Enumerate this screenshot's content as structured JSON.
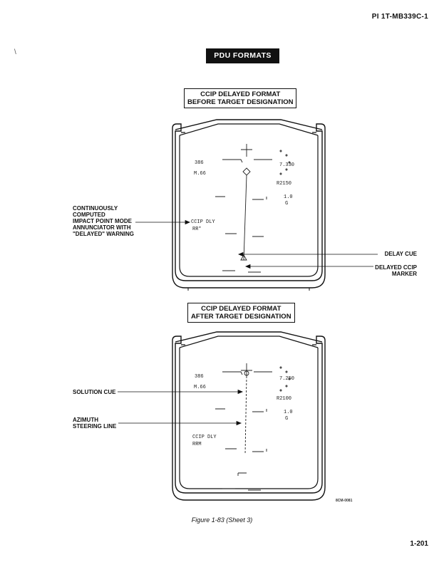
{
  "document_number": "PI 1T-MB339C-1",
  "header_title": "PDU FORMATS",
  "diagram1": {
    "title_line1": "CCIP DELAYED FORMAT",
    "title_line2": "BEFORE TARGET DESIGNATION",
    "callouts": {
      "mode_annunciator": [
        "CONTINUOUSLY",
        "COMPUTED",
        "IMPACT POINT MODE",
        "ANNUNCIATOR WITH",
        "\"DELAYED\" WARNING"
      ],
      "delay_cue": "DELAY CUE",
      "delayed_ccip_marker": [
        "DELAYED CCIP",
        "MARKER"
      ]
    },
    "display": {
      "airspeed": "386",
      "mach": "M.66",
      "range_distance": "7.330",
      "radar_altitude": "R2150",
      "g_value": "1.0",
      "g_label": "G",
      "mode": "CCIP  DLY",
      "weapon": "RR*"
    }
  },
  "diagram2": {
    "title_line1": "CCIP DELAYED FORMAT",
    "title_line2": "AFTER TARGET DESIGNATION",
    "callouts": {
      "solution_cue": "SOLUTION CUE",
      "azimuth_steering_line": [
        "AZIMUTH",
        "STEERING LINE"
      ]
    },
    "display": {
      "airspeed": "386",
      "mach": "M.66",
      "range_distance": "7.250",
      "radar_altitude": "R2100",
      "g_value": "1.0",
      "g_label": "G",
      "mode": "CCIP  DLY",
      "weapon": "RRM"
    }
  },
  "figure_code": "8CM-0081",
  "caption": "Figure 1-83 (Sheet 3)",
  "page_number": "1-201"
}
